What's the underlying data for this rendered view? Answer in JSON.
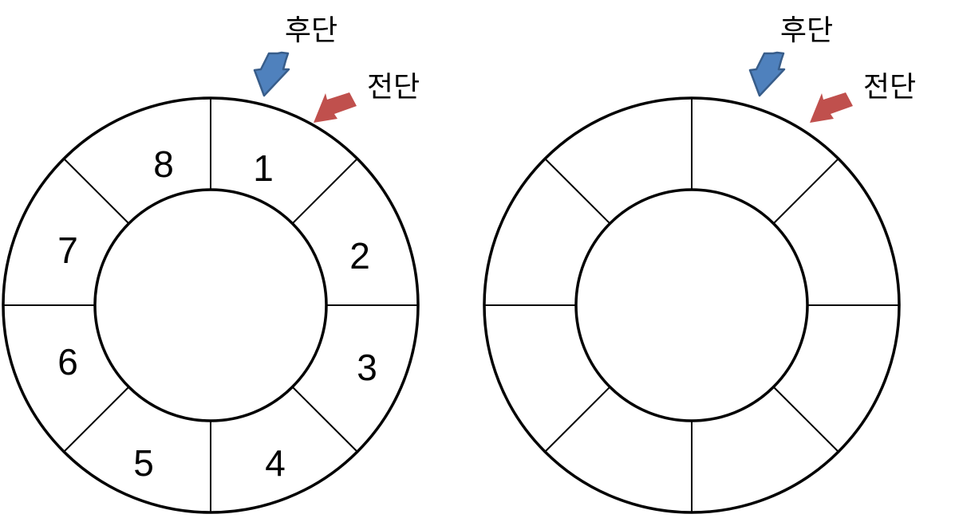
{
  "slot_count": 8,
  "colors": {
    "rear_arrow": "#4f81bd",
    "rear_arrow_border": "#385d8a",
    "front_arrow": "#c0504d",
    "line": "#000000"
  },
  "queues": [
    {
      "slots": [
        "1",
        "2",
        "3",
        "4",
        "5",
        "6",
        "7",
        "8"
      ],
      "rear_label": "후단",
      "front_label": "전단"
    },
    {
      "slots": [
        "",
        "",
        "",
        "",
        "",
        "",
        "",
        ""
      ],
      "rear_label": "후단",
      "front_label": "전단"
    }
  ]
}
